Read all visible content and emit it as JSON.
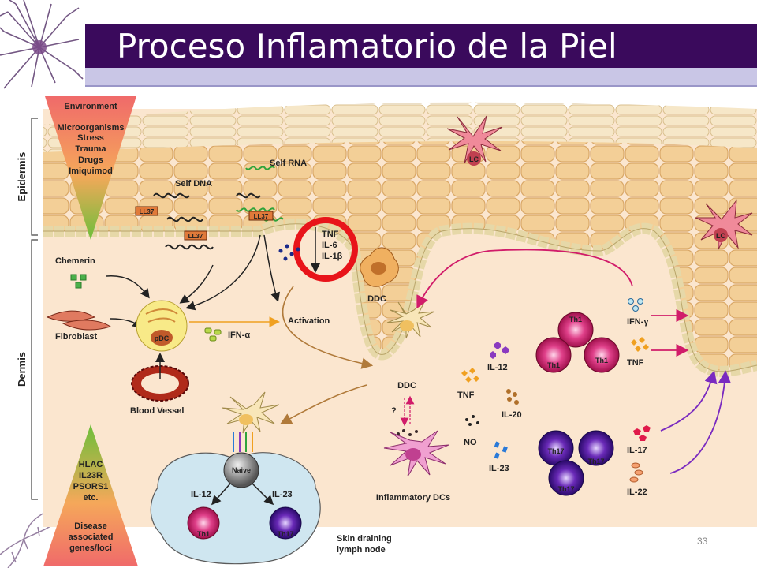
{
  "slide": {
    "title": "Proceso Inflamatorio de la Piel",
    "page_number": "33"
  },
  "diagram": {
    "axis_labels": {
      "epidermis": "Epidermis",
      "dermis": "Dermis"
    },
    "environment": {
      "heading": "Environment",
      "items": [
        "Microorganisms",
        "Stress",
        "Trauma",
        "Drugs",
        "Imiquimod"
      ]
    },
    "genetics": {
      "items": [
        "HLAC",
        "IL23R",
        "PSORS1",
        "etc."
      ],
      "footer": [
        "Disease",
        "associated",
        "genes/loci"
      ]
    },
    "labels": {
      "self_rna": "Self RNA",
      "self_dna": "Self DNA",
      "ll37": "LL37",
      "chemerin": "Chemerin",
      "fibroblast": "Fibroblast",
      "pdc": "pDC",
      "blood_vessel": "Blood Vessel",
      "ifn_alpha": "IFN-α",
      "activation": "Activation",
      "ddc": "DDC",
      "ddc_lower": "DDC",
      "question": "?",
      "inflammatory_dcs": "Inflammatory DCs",
      "lc": "LC",
      "naive": "Naive",
      "il12_node": "IL-12",
      "il23_node": "IL-23",
      "th1": "Th1",
      "th17": "Th17",
      "lymph_node": [
        "Skin draining",
        "lymph node"
      ]
    },
    "cytokine_block": [
      "TNF",
      "IL-6",
      "IL-1β"
    ],
    "mid_cytokines": {
      "il12": "IL-12",
      "tnf": "TNF",
      "il20": "IL-20",
      "no": "NO",
      "il23": "IL-23"
    },
    "right_cytokines": {
      "ifn_gamma": "IFN-γ",
      "tnf": "TNF",
      "il17": "IL-17",
      "il22": "IL-22"
    },
    "colors": {
      "highlight_circle": "#e8141a",
      "title_bar": "#3a0a5c",
      "th1": "#c2185b",
      "th17": "#4a1a8a",
      "arrow_magenta": "#d11c6a",
      "arrow_purple": "#7a2ac0",
      "arrow_brown": "#b07a3a",
      "keratinocyte": "#f1c98f",
      "dermis": "#fbe6cf"
    }
  }
}
